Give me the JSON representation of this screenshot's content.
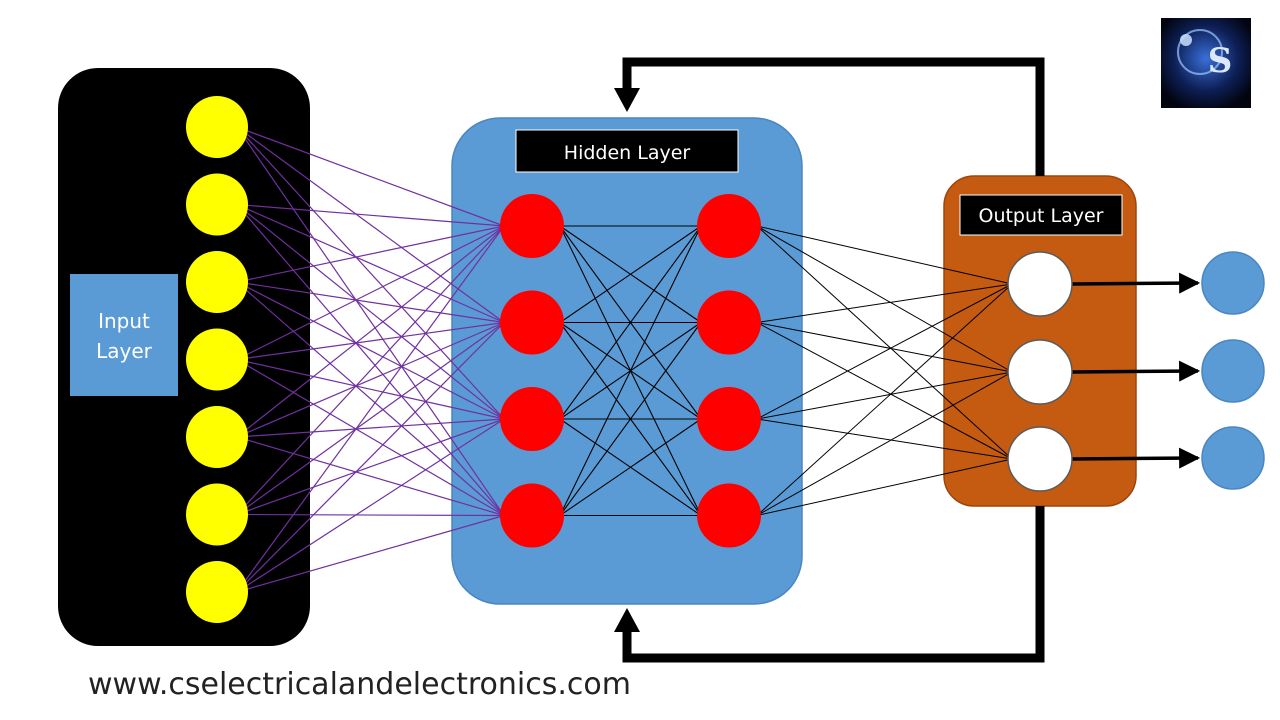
{
  "labels": {
    "input_layer_line1": "Input",
    "input_layer_line2": "Layer",
    "hidden_layer": "Hidden Layer",
    "output_layer": "Output Layer",
    "website": "www.cselectricalandelectronics.com",
    "logo_text": "S"
  },
  "colors": {
    "input_panel": "#000000",
    "input_node": "#ffff00",
    "input_label_box": "#5b9bd5",
    "hidden_panel": "#5b9bd5",
    "hidden_node": "#ff0000",
    "output_panel": "#c55a11",
    "output_node": "#ffffff",
    "result_node": "#5b9bd5",
    "input_links": "#7030a0",
    "other_links": "#000000"
  },
  "structure": {
    "input_nodes": 7,
    "hidden_columns": 2,
    "hidden_nodes_per_column": 4,
    "output_nodes": 3,
    "result_nodes": 3,
    "feedback_loops": 2
  }
}
